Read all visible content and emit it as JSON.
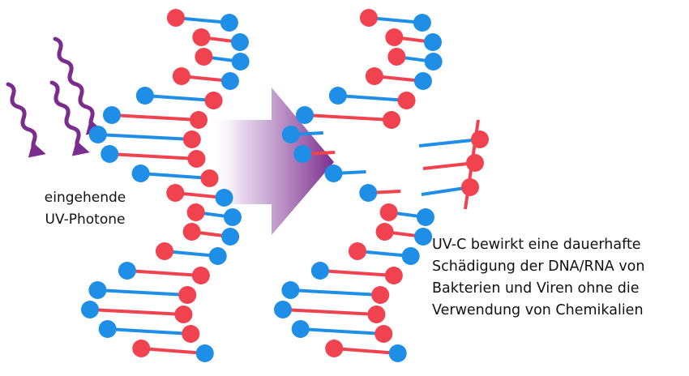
{
  "labels": {
    "photons": [
      "eingehende",
      "UV-Photone"
    ],
    "effect": [
      "UV-C bewirkt eine dauerhafte",
      "Schädigung der DNA/RNA von",
      "Bakterien und Viren ohne die",
      "Verwendung von Chemikalien"
    ]
  },
  "colors": {
    "red": "#f0424f",
    "blue": "#1f8ee6",
    "purple": "#7b2d8e",
    "text": "#111111"
  },
  "icons": {
    "photon": "wavy-arrow-icon",
    "arrow": "gradient-arrow-icon",
    "dna": "dna-helix-icon"
  }
}
